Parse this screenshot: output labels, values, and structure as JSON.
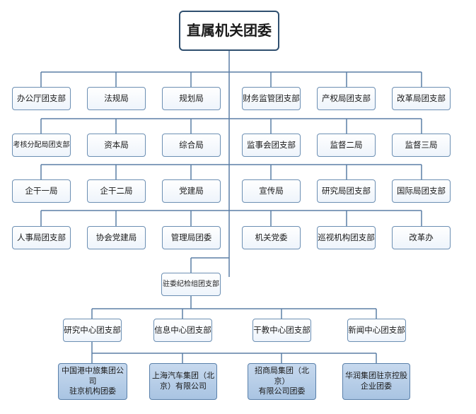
{
  "root": "直属机关团委",
  "row1": [
    "办公厅团支部",
    "法规局",
    "规划局",
    "财务监管团支部",
    "产权局团支部",
    "改革局团支部"
  ],
  "row2": [
    "考核分配局团支部",
    "资本局",
    "综合局",
    "监事会团支部",
    "监督二局",
    "监督三局"
  ],
  "row3": [
    "企干一局",
    "企干二局",
    "党建局",
    "宣传局",
    "研究局团支部",
    "国际局团支部"
  ],
  "row4": [
    "人事局团支部",
    "协会党建局",
    "管理局团委",
    "机关党委",
    "巡视机构团支部",
    "改革办"
  ],
  "middle": "驻委纪检组团支部",
  "row5": [
    "研究中心团支部",
    "信息中心团支部",
    "干教中心团支部",
    "新闻中心团支部"
  ],
  "row6": [
    "中国港中旅集团公司\n驻京机构团委",
    "上海汽车集团（北\n京）有限公司",
    "招商局集团（北京）\n有限公司团委",
    "华润集团驻京控股\n企业团委"
  ]
}
